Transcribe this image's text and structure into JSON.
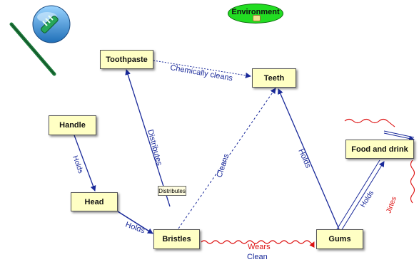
{
  "environment": {
    "label": "Environment"
  },
  "nodes": {
    "toothpaste": "Toothpaste",
    "teeth": "Teeth",
    "handle": "Handle",
    "head": "Head",
    "bristles": "Bristles",
    "gums": "Gums",
    "food_and_drink": "Food and drink"
  },
  "links": {
    "chemically_cleans": "Chemically cleans",
    "distributes": "Distributes",
    "cleans": "Cleans",
    "holds_teeth": "Holds",
    "holds_handle_head": "Holds",
    "holds_head_bristles": "Holds",
    "wears": "Wears",
    "clean": "Clean",
    "holds_gums_food": "Holds",
    "jirtes": "Jirtes"
  },
  "tooltip": {
    "text": "Distributes"
  },
  "colors": {
    "node_fill": "#ffffc4",
    "link_blue": "#1a2a9a",
    "link_red": "#dd1111",
    "environment": "#22dd22"
  },
  "icons": {
    "app_logo": "toothbrush-icon"
  }
}
